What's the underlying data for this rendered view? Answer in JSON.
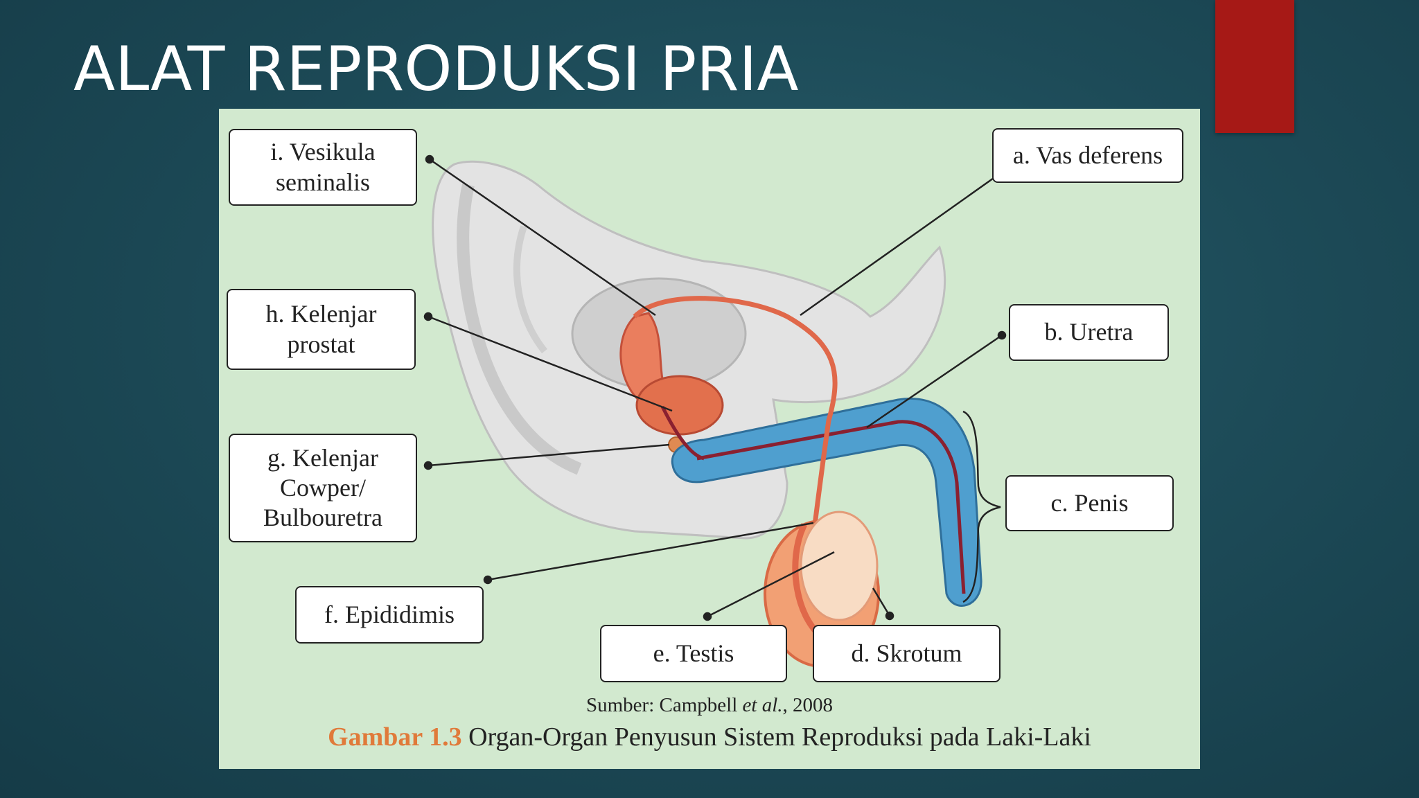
{
  "slide": {
    "title": "ALAT REPRODUKSI PRIA",
    "accent_color": "#a61916",
    "background_color": "#1d4b58"
  },
  "figure": {
    "background_color": "#d2e9cf",
    "labels": {
      "vesikula": "i. Vesikula\nseminalis",
      "prostat": "h. Kelenjar\nprostat",
      "cowper": "g. Kelenjar\nCowper/\nBulbouretra",
      "epididimis": "f. Epididimis",
      "testis": "e. Testis",
      "skrotum": "d. Skrotum",
      "penis": "c. Penis",
      "uretra": "b. Uretra",
      "vas_deferens": "a. Vas deferens"
    },
    "source_prefix": "Sumber: Campbell ",
    "source_italic": "et al.",
    "source_suffix": ", 2008",
    "caption_number": "Gambar 1.3",
    "caption_text": " Organ-Organ Penyusun  Sistem Reproduksi pada Laki-Laki"
  }
}
